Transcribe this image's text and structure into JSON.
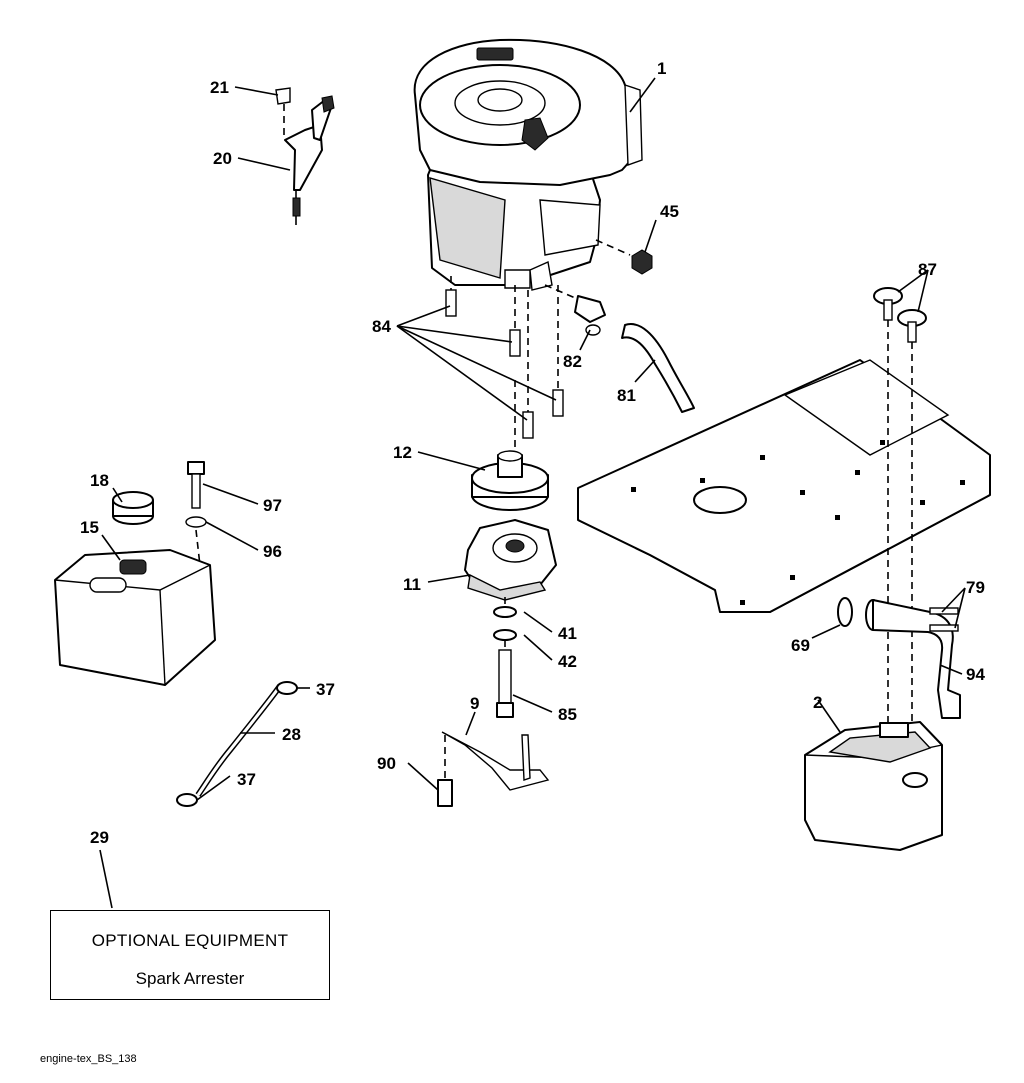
{
  "callouts": {
    "c1": "1",
    "c2": "2",
    "c9": "9",
    "c11": "11",
    "c12": "12",
    "c15": "15",
    "c18": "18",
    "c20": "20",
    "c21": "21",
    "c28": "28",
    "c29": "29",
    "c37a": "37",
    "c37b": "37",
    "c41": "41",
    "c42": "42",
    "c45": "45",
    "c69": "69",
    "c79": "79",
    "c81": "81",
    "c82": "82",
    "c84": "84",
    "c85": "85",
    "c87": "87",
    "c90": "90",
    "c94": "94",
    "c96": "96",
    "c97": "97"
  },
  "optional_box": {
    "title": "OPTIONAL EQUIPMENT",
    "item": "Spark Arrester"
  },
  "footer": "engine-tex_BS_138"
}
